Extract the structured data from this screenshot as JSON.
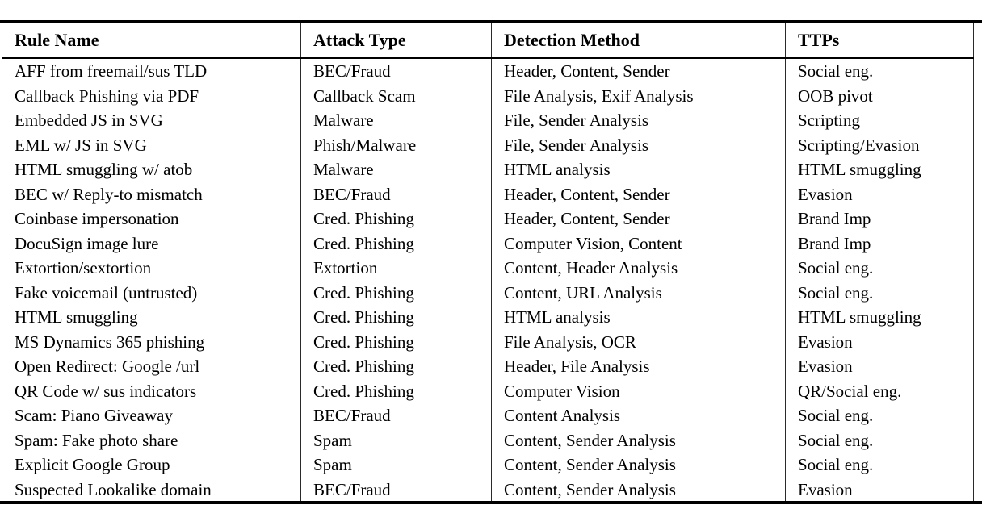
{
  "page": {
    "background": "#ffffff",
    "text_color": "#000000",
    "thick_rule_color": "#000000",
    "column_separator_color": "#2a2a2a"
  },
  "table": {
    "name": "email-detection-rules-table",
    "columns": [
      "Rule Name",
      "Attack Type",
      "Detection Method",
      "TTPs"
    ],
    "rows": [
      [
        "AFF from freemail/sus TLD",
        "BEC/Fraud",
        "Header, Content, Sender",
        "Social eng."
      ],
      [
        "Callback Phishing via PDF",
        "Callback Scam",
        "File Analysis, Exif Analysis",
        "OOB pivot"
      ],
      [
        "Embedded JS in SVG",
        "Malware",
        "File, Sender Analysis",
        "Scripting"
      ],
      [
        "EML w/ JS in SVG",
        "Phish/Malware",
        "File, Sender Analysis",
        "Scripting/Evasion"
      ],
      [
        "HTML smuggling w/ atob",
        "Malware",
        "HTML analysis",
        "HTML smuggling"
      ],
      [
        "BEC w/ Reply-to mismatch",
        "BEC/Fraud",
        "Header, Content, Sender",
        "Evasion"
      ],
      [
        "Coinbase impersonation",
        "Cred. Phishing",
        "Header, Content, Sender",
        "Brand Imp"
      ],
      [
        "DocuSign image lure",
        "Cred. Phishing",
        "Computer Vision, Content",
        "Brand Imp"
      ],
      [
        "Extortion/sextortion",
        "Extortion",
        "Content, Header Analysis",
        "Social eng."
      ],
      [
        "Fake voicemail (untrusted)",
        "Cred. Phishing",
        "Content, URL Analysis",
        "Social eng."
      ],
      [
        "HTML smuggling",
        "Cred. Phishing",
        "HTML analysis",
        "HTML smuggling"
      ],
      [
        "MS Dynamics 365 phishing",
        "Cred. Phishing",
        "File Analysis, OCR",
        "Evasion"
      ],
      [
        "Open Redirect: Google /url",
        "Cred. Phishing",
        "Header, File Analysis",
        "Evasion"
      ],
      [
        "QR Code w/ sus indicators",
        "Cred. Phishing",
        "Computer Vision",
        "QR/Social eng."
      ],
      [
        "Scam: Piano Giveaway",
        "BEC/Fraud",
        "Content Analysis",
        "Social eng."
      ],
      [
        "Spam: Fake photo share",
        "Spam",
        "Content, Sender Analysis",
        "Social eng."
      ],
      [
        "Explicit Google Group",
        "Spam",
        "Content, Sender Analysis",
        "Social eng."
      ],
      [
        "Suspected Lookalike domain",
        "BEC/Fraud",
        "Content, Sender Analysis",
        "Evasion"
      ]
    ]
  }
}
